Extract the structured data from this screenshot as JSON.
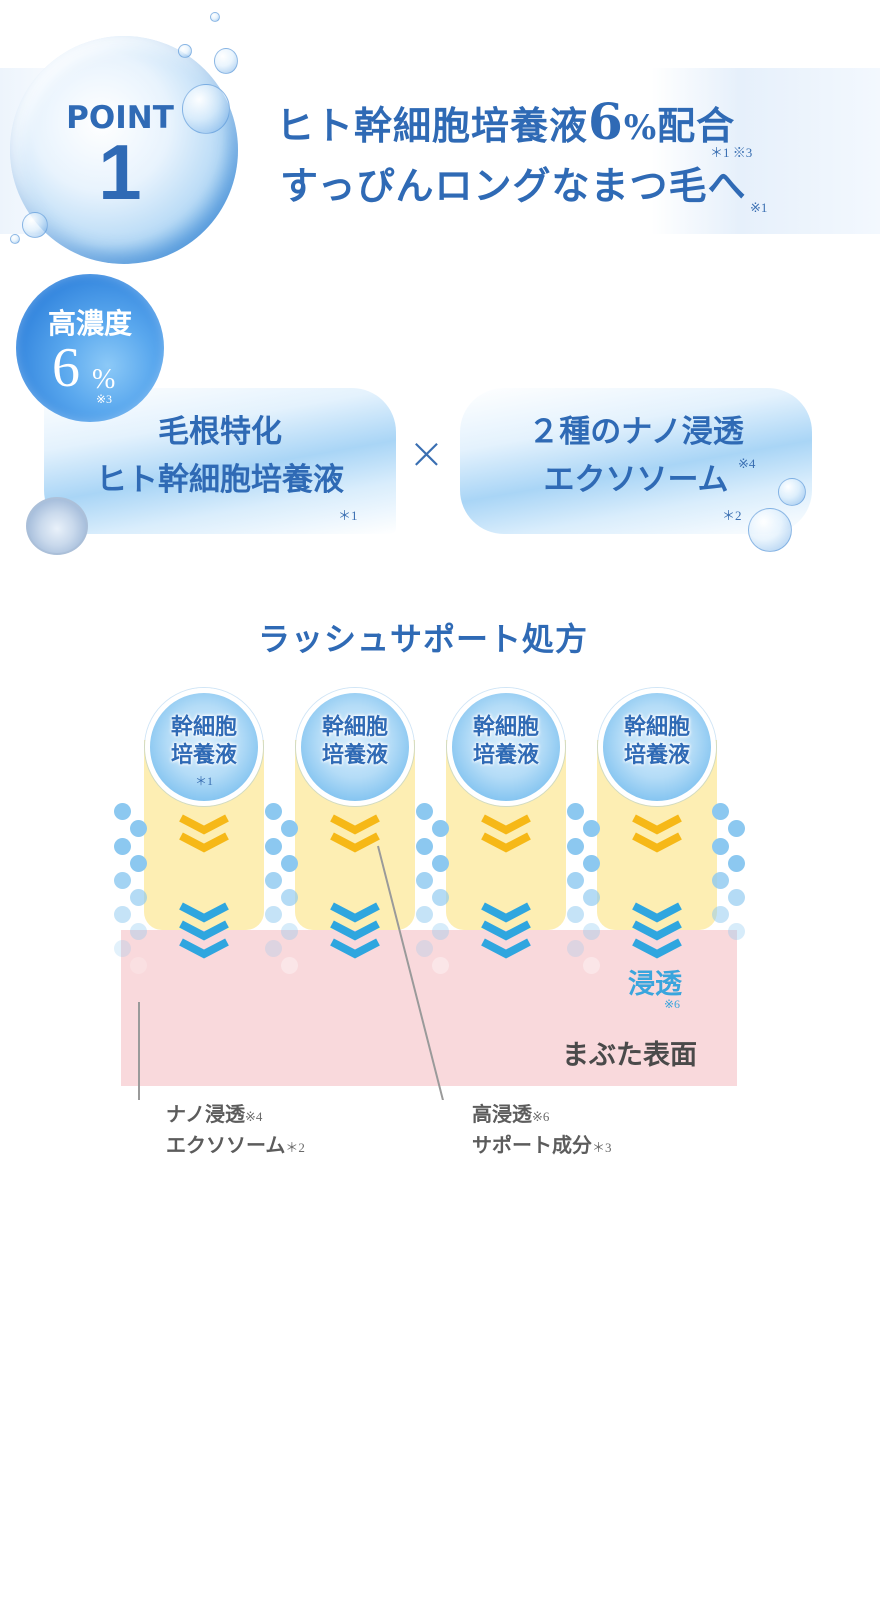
{
  "header": {
    "badge_word": "POINT",
    "badge_number": "1",
    "headline_line1_a": "ヒト幹細胞培養液",
    "headline_line1_num": "6",
    "headline_line1_pct": "%",
    "headline_line1_b": "配合",
    "headline_line1_note": "＊1 ※3",
    "headline_line2": "すっぴんロングなまつ毛へ",
    "headline_line2_note": "※1"
  },
  "formula": {
    "concentration_badge": {
      "title": "高濃度",
      "value": "6",
      "unit": "%",
      "note": "※3"
    },
    "left_card": {
      "line1": "毛根特化",
      "line2": "ヒト幹細胞培養液",
      "note": "＊1"
    },
    "operator": "×",
    "right_card": {
      "line1": "２種のナノ浸透",
      "line2": "エクソソーム",
      "note_a": "※4",
      "note_b": "＊2"
    }
  },
  "diagram": {
    "title": "ラッシュサポート処方",
    "orbs": [
      {
        "line1": "幹細胞",
        "line2": "培養液",
        "note": "＊1"
      },
      {
        "line1": "幹細胞",
        "line2": "培養液",
        "note": ""
      },
      {
        "line1": "幹細胞",
        "line2": "培養液",
        "note": ""
      },
      {
        "line1": "幹細胞",
        "line2": "培養液",
        "note": ""
      }
    ],
    "penetration_label": "浸透",
    "penetration_note": "※6",
    "surface_label": "まぶた表面",
    "colors": {
      "column": "#fdeeb3",
      "skin": "#f9d9dc",
      "yellow_chevron": "#f6b817",
      "blue_chevron": "#2fa6df",
      "dots": "#8cc8f0",
      "title_blue": "#2f6ab5"
    },
    "callouts": [
      {
        "line1": "ナノ浸透",
        "note1": "※4",
        "line2": "エクソソーム",
        "note2": "＊2"
      },
      {
        "line1": "高浸透",
        "note1": "※6",
        "line2": "サポート成分",
        "note2": "＊3"
      }
    ]
  }
}
